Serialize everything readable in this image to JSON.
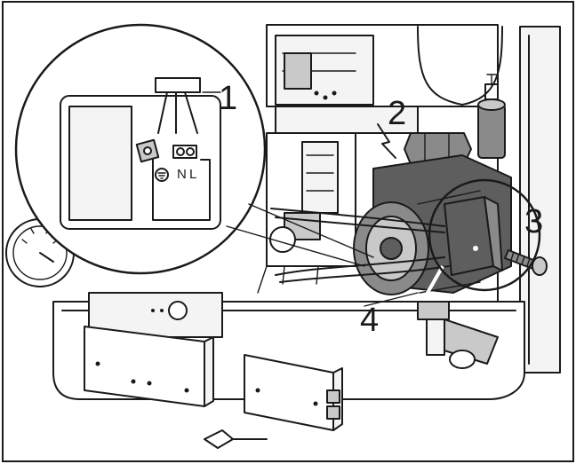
{
  "diagram": {
    "callouts": [
      {
        "id": "1",
        "text": "1"
      },
      {
        "id": "2",
        "text": "2"
      },
      {
        "id": "3",
        "text": "3"
      },
      {
        "id": "4",
        "text": "4"
      }
    ],
    "terminal_block": {
      "neutral": "N",
      "line": "L"
    },
    "icons": {
      "earth": "earth-symbol-icon",
      "screw": "screw-icon",
      "gauge": "pressure-gauge-icon"
    },
    "colors": {
      "line": "#1a1a1a",
      "background": "#ffffff",
      "metal_dark": "#5e5e5e",
      "metal_light": "#c9c9c9"
    }
  }
}
